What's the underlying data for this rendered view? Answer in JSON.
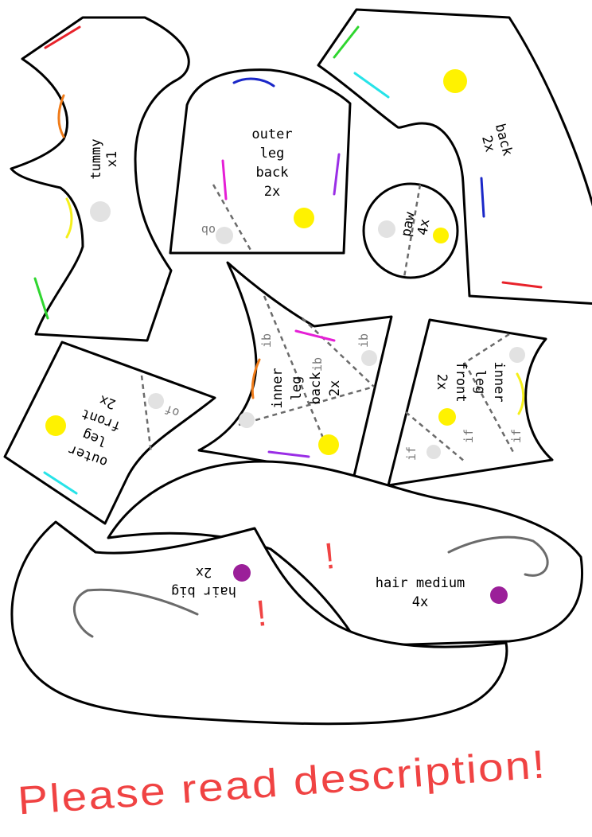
{
  "pieces": {
    "tummy": {
      "name": "tummy",
      "count": "x1"
    },
    "outer_leg_back": {
      "line1": "outer",
      "line2": "leg",
      "line3": "back",
      "count": "2x",
      "tag": "ob"
    },
    "back": {
      "name": "back",
      "count": "2x"
    },
    "paw": {
      "name": "paw",
      "count": "4x"
    },
    "inner_leg_back": {
      "line1": "inner",
      "line2": "leg",
      "line3": "back",
      "count": "2x",
      "tag": "ib"
    },
    "inner_leg_front": {
      "line1": "inner",
      "line2": "leg",
      "line3": "front",
      "count": "2x",
      "tag": "if"
    },
    "outer_leg_front": {
      "line1": "outer",
      "line2": "leg",
      "line3": "front",
      "count": "2x",
      "tag": "of"
    },
    "hair_big": {
      "name": "hair big",
      "count": "2x"
    },
    "hair_medium": {
      "name": "hair medium",
      "count": "4x"
    }
  },
  "notes": {
    "exclamation": "!",
    "footer": "Please read description!"
  },
  "colors": {
    "red": "#e8222a",
    "orange": "#f07c1a",
    "yellow": "#f5ef1a",
    "green": "#2fd62f",
    "cyan": "#27e3e8",
    "blue": "#1a27c8",
    "purple": "#9a2ee6",
    "magenta": "#e51fd6",
    "dot_yellow": "#fff200",
    "dot_grey": "#e2e2e2",
    "dot_purple": "#9b1f99",
    "note_red": "#f04343"
  }
}
